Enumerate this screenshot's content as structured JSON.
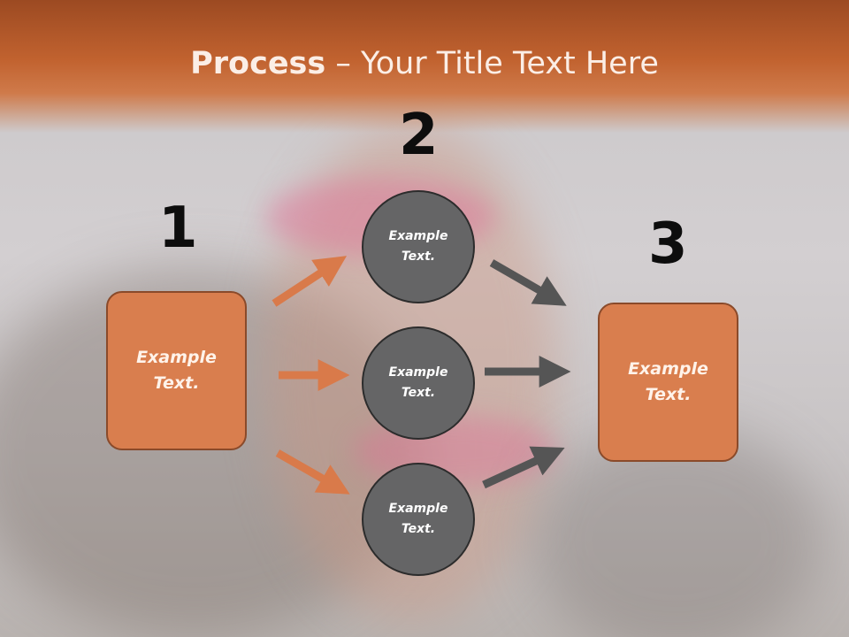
{
  "slide": {
    "title_bold": "Process",
    "title_rest": " – Your Title Text Here"
  },
  "steps": {
    "one": {
      "number": "1",
      "text_line1": "Example",
      "text_line2": "Text."
    },
    "two": {
      "number": "2"
    },
    "three": {
      "number": "3",
      "text_line1": "Example",
      "text_line2": "Text."
    }
  },
  "circles": [
    {
      "text_line1": "Example",
      "text_line2": "Text."
    },
    {
      "text_line1": "Example",
      "text_line2": "Text."
    },
    {
      "text_line1": "Example",
      "text_line2": "Text."
    }
  ],
  "colors": {
    "banner": "#c1622f",
    "box_fill": "#d97e4e",
    "circle_fill": "#656566",
    "orange_arrow": "#d97a4a",
    "gray_arrow": "#555555"
  }
}
